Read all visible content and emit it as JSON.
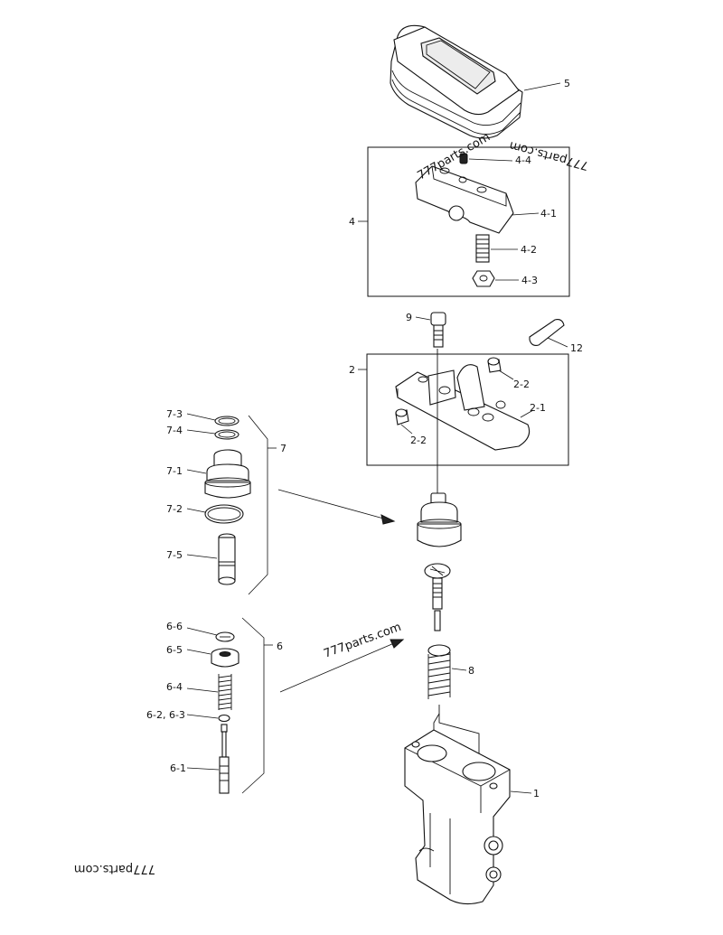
{
  "labels": {
    "l5": "5",
    "l4": "4",
    "l4_1": "4-1",
    "l4_2": "4-2",
    "l4_3": "4-3",
    "l4_4": "4-4",
    "l9": "9",
    "l12": "12",
    "l2": "2",
    "l2_1": "2-1",
    "l2_2a": "2-2",
    "l2_2b": "2-2",
    "l7": "7",
    "l7_1": "7-1",
    "l7_2": "7-2",
    "l7_3": "7-3",
    "l7_4": "7-4",
    "l7_5": "7-5",
    "l6": "6",
    "l6_1": "6-1",
    "l6_23": "6-2, 6-3",
    "l6_4": "6-4",
    "l6_5": "6-5",
    "l6_6": "6-6",
    "l8": "8",
    "l1": "1"
  },
  "watermarks": {
    "w1": "777parts.com",
    "w2": "777parts.com",
    "w3": "777parts.com",
    "w4": "777parts.com"
  }
}
